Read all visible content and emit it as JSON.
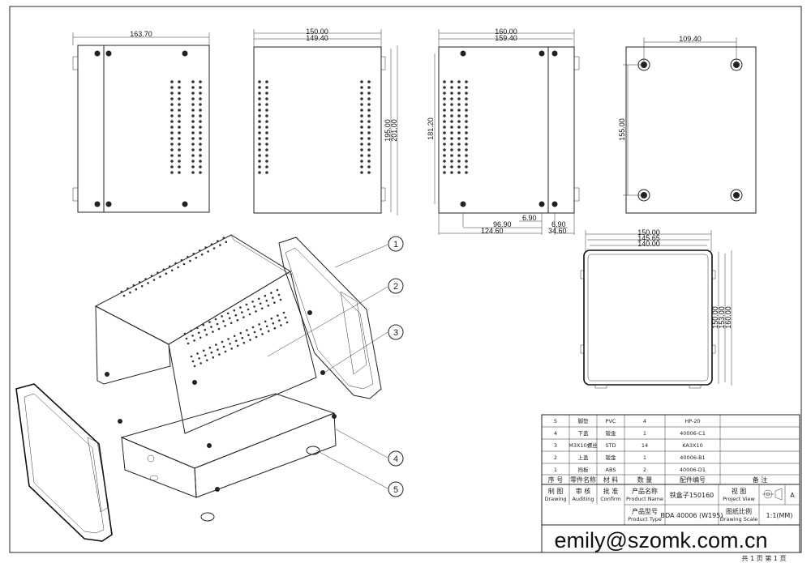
{
  "views": {
    "v1_width": "163.70",
    "v2_width_outer": "150.00",
    "v2_width_inner": "149.40",
    "v2_h1": "195.00",
    "v2_h2": "201.00",
    "v3_width_outer": "160.00",
    "v3_width_inner": "159.40",
    "v3_height": "181.20",
    "v3_b1": "6.90",
    "v3_b2": "96.90",
    "v3_b3": "6.90",
    "v3_b4": "124.60",
    "v3_b5": "34.60",
    "v4_width": "109.40",
    "v4_height": "155.00",
    "v5_w1": "150.00",
    "v5_w2": "145.65",
    "v5_w3": "140.00",
    "v5_h1": "150.00",
    "v5_h2": "153.00",
    "v5_h3": "160.00"
  },
  "callouts": [
    "1",
    "2",
    "3",
    "4",
    "5"
  ],
  "bom": {
    "rows": [
      {
        "no": "5",
        "name": "脚垫",
        "mat": "PVC",
        "qty": "4",
        "code": "HP-20",
        "note": ""
      },
      {
        "no": "4",
        "name": "下盖",
        "mat": "钣金",
        "qty": "1",
        "code": "40006-C1",
        "note": ""
      },
      {
        "no": "3",
        "name": "M3X10螺丝",
        "mat": "STD",
        "qty": "14",
        "code": "KA3X10",
        "note": ""
      },
      {
        "no": "2",
        "name": "上盖",
        "mat": "钣金",
        "qty": "1",
        "code": "40006-B1",
        "note": ""
      },
      {
        "no": "1",
        "name": "挡板",
        "mat": "ABS",
        "qty": "2",
        "code": "40006-D1",
        "note": ""
      }
    ],
    "header": {
      "no": "序 号",
      "name": "零件名称",
      "mat": "材 料",
      "qty": "数 量",
      "code": "配件编号",
      "note": "备 注"
    }
  },
  "title_block": {
    "drawing_cn": "制 图",
    "drawing_en": "Drawing",
    "auditing_cn": "审 核",
    "auditing_en": "Auditing",
    "confirm_cn": "批 准",
    "confirm_en": "Confirm",
    "pname_cn": "产品名称",
    "pname_en": "Product Name",
    "pname_val": "铁盒子150160",
    "view_cn": "视 图",
    "view_en": "Project View",
    "view_val": "A",
    "ptype_cn": "产品型号",
    "ptype_en": "Product Type",
    "ptype_val": "BDA 40006 (W195)",
    "scale_cn": "图纸比例",
    "scale_en": "Drawing Scale",
    "scale_val": "1:1(MM)"
  },
  "email": "emily@szomk.com.cn",
  "footer": "共 1 页   第 1 页"
}
